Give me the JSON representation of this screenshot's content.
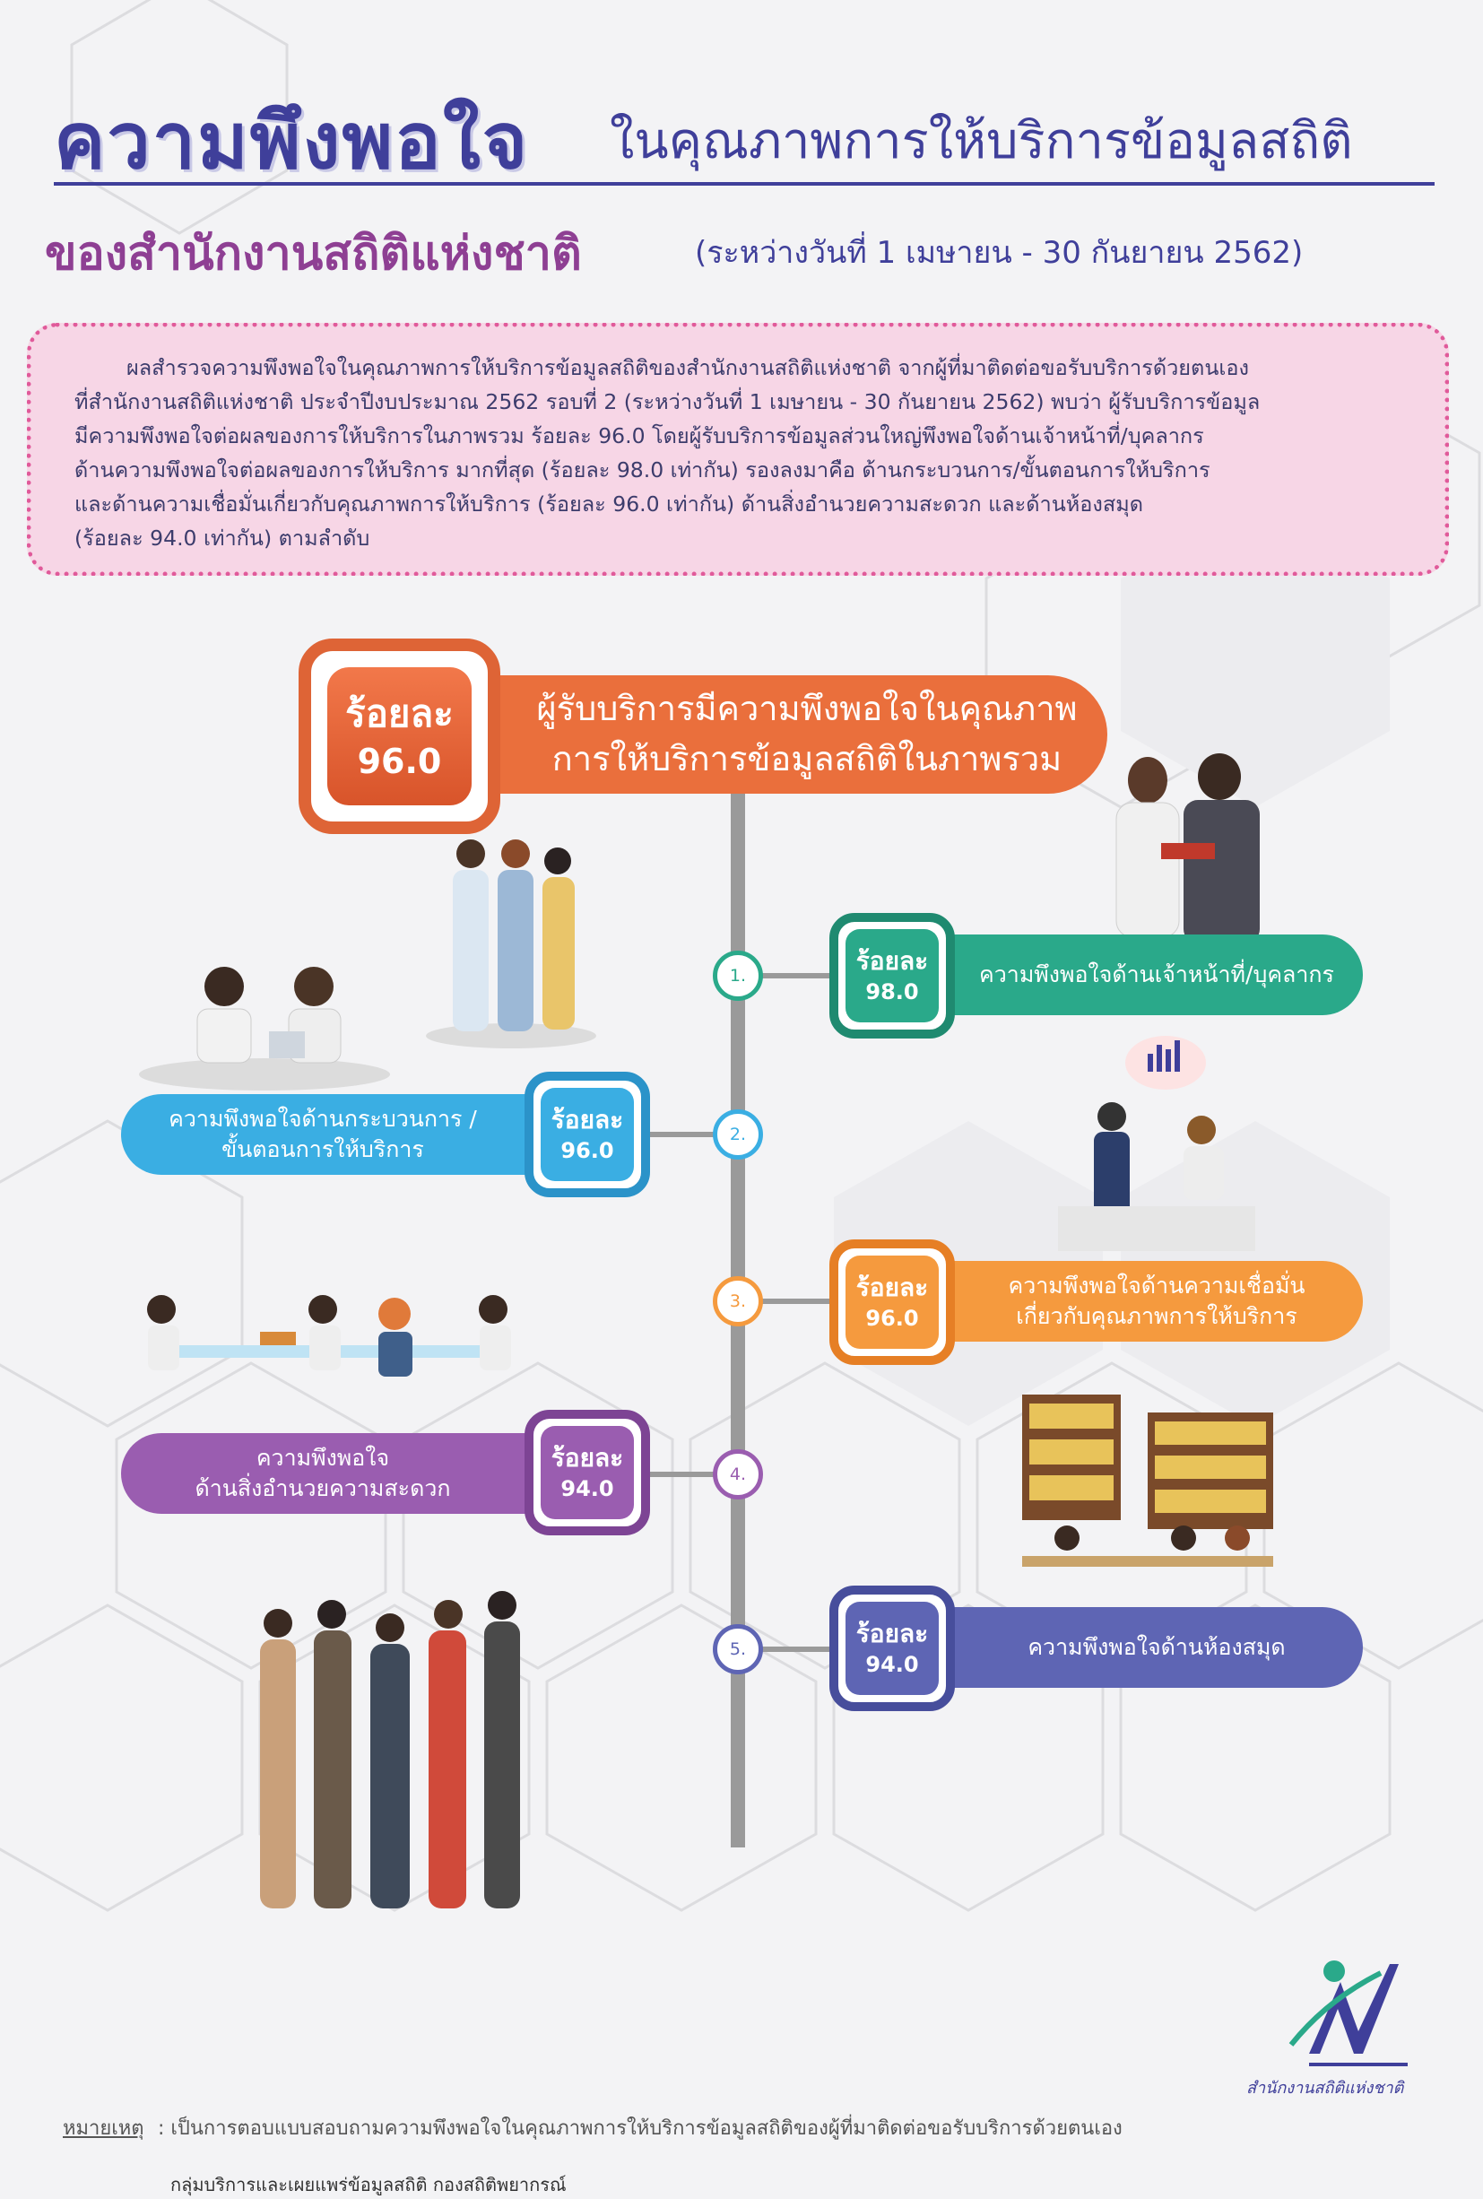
{
  "header": {
    "title_emphasis": "ความพึงพอใจ",
    "title_rest": "ในคุณภาพการให้บริการข้อมูลสถิติ",
    "subtitle_agency": "ของสำนักงานสถิติแห่งชาติ",
    "subtitle_period": "(ระหว่างวันที่ 1 เมษายน - 30 กันยายน 2562)"
  },
  "summary": {
    "lines": [
      "ผลสำรวจความพึงพอใจในคุณภาพการให้บริการข้อมูลสถิติของสำนักงานสถิติแห่งชาติ จากผู้ที่มาติดต่อขอรับบริการด้วยตนเอง",
      "ที่สำนักงานสถิติแห่งชาติ ประจำปีงบประมาณ 2562 รอบที่ 2 (ระหว่างวันที่ 1 เมษายน - 30 กันยายน 2562) พบว่า ผู้รับบริการข้อมูล",
      "มีความพึงพอใจต่อผลของการให้บริการในภาพรวม ร้อยละ 96.0 โดยผู้รับบริการข้อมูลส่วนใหญ่พึงพอใจด้านเจ้าหน้าที่/บุคลากร",
      "ด้านความพึงพอใจต่อผลของการให้บริการ มากที่สุด (ร้อยละ 98.0 เท่ากัน) รองลงมาคือ ด้านกระบวนการ/ขั้นตอนการให้บริการ",
      "และด้านความเชื่อมั่นเกี่ยวกับคุณภาพการให้บริการ (ร้อยละ 96.0 เท่ากัน) ด้านสิ่งอำนวยความสะดวก และด้านห้องสมุด",
      "(ร้อยละ 94.0 เท่ากัน) ตามลำดับ"
    ]
  },
  "overall": {
    "label": "ร้อยละ",
    "value": "96.0",
    "text_lines": [
      "ผู้รับบริการมีความพึงพอใจในคุณภาพ",
      "การให้บริการข้อมูลสถิติในภาพรวม"
    ],
    "color": "#ea6f3c"
  },
  "items": [
    {
      "num": "1.",
      "label": "ร้อยละ",
      "value": "98.0",
      "text_lines": [
        "ความพึงพอใจด้านเจ้าหน้าที่/บุคลากร"
      ],
      "color": "#2aa98a",
      "dark": "#1f8a70"
    },
    {
      "num": "2.",
      "label": "ร้อยละ",
      "value": "96.0",
      "text_lines": [
        "ความพึงพอใจด้านกระบวนการ /",
        "ขั้นตอนการให้บริการ"
      ],
      "color": "#3aaee3",
      "dark": "#2b93c9"
    },
    {
      "num": "3.",
      "label": "ร้อยละ",
      "value": "96.0",
      "text_lines": [
        "ความพึงพอใจด้านความเชื่อมั่น",
        "เกี่ยวกับคุณภาพการให้บริการ"
      ],
      "color": "#f59a3e",
      "dark": "#e67f25"
    },
    {
      "num": "4.",
      "label": "ร้อยละ",
      "value": "94.0",
      "text_lines": [
        "ความพึงพอใจ",
        "ด้านสิ่งอำนวยความสะดวก"
      ],
      "color": "#9a5db0",
      "dark": "#7d4494"
    },
    {
      "num": "5.",
      "label": "ร้อยละ",
      "value": "94.0",
      "text_lines": [
        "ความพึงพอใจด้านห้องสมุด"
      ],
      "color": "#5e65b4",
      "dark": "#474e9c"
    }
  ],
  "footer": {
    "note_label": "หมายเหตุ",
    "note_text": ": เป็นการตอบแบบสอบถามความพึงพอใจในคุณภาพการให้บริการข้อมูลสถิติของผู้ที่มาติดต่อขอรับบริการด้วยตนเอง",
    "department": "กลุ่มบริการและเผยแพร่ข้อมูลสถิติ กองสถิติพยากรณ์",
    "logo_text": "สำนักงานสถิติแห่งชาติ"
  }
}
